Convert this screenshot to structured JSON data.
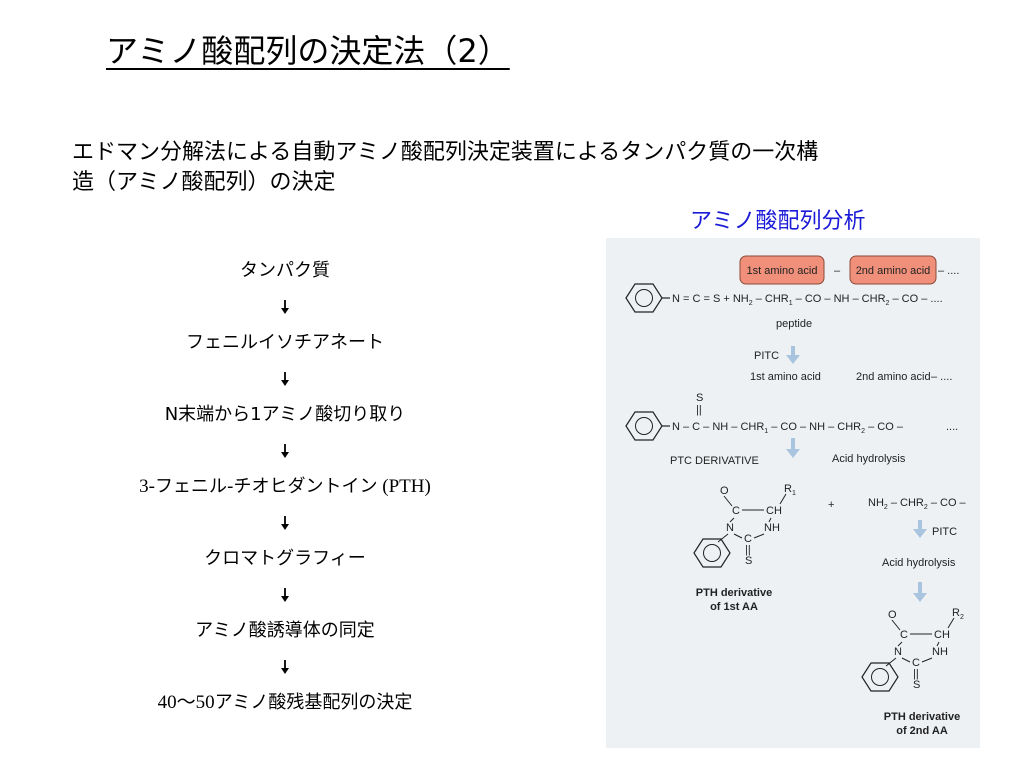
{
  "title": "アミノ酸配列の決定法（2）",
  "intro": {
    "line1": "エドマン分解法による自動アミノ酸配列決定装置によるタンパク質の一次構",
    "line2": "造（アミノ酸配列）の決定"
  },
  "analysis_title": "アミノ酸配列分析",
  "flow_steps": [
    "タンパク質",
    "フェニルイソチアネート",
    "N末端から1アミノ酸切り取り",
    {
      "prefix": "3-",
      "main": "フェニル-チオヒダントイン",
      "suffix": " (PTH)"
    },
    "クロマトグラフィー",
    "アミノ酸誘導体の同定",
    {
      "prefix": "40〜50",
      "main": "アミノ酸残基配列の決定"
    }
  ],
  "diagram": {
    "box1": "1st amino acid",
    "dash": "–",
    "box2": "2nd amino acid",
    "dots1": "– ....",
    "reaction1": "N = C = S  +  NH",
    "chain1_a": " – CHR",
    "chain1_b": " – CO – NH – CHR",
    "chain1_c": " – CO – ....",
    "sub2": "2",
    "sub1": "1",
    "peptide": "peptide",
    "pitc": "PITC",
    "lbl_1st": "1st amino acid",
    "lbl_2nd": "2nd amino acid",
    "dots2": "– ....",
    "s_atom": "S",
    "double_bond": "||",
    "chain2_a": "N – C – NH – CHR",
    "chain2_b": " – CO – NH – CHR",
    "chain2_c": " – CO –",
    "dots3": "....",
    "ptc_derivative": "PTC DERIVATIVE",
    "acid_hydrolysis": "Acid hydrolysis",
    "o_atom": "O",
    "c_atom": "C",
    "ch_atom": "CH",
    "r1": "R",
    "r2": "R",
    "n_atom": "N",
    "nh_atom": "NH",
    "plus": "+",
    "chain3_a": "NH",
    "chain3_b": " – CHR",
    "chain3_c": " – CO –",
    "pth1_line1": "PTH derivative",
    "pth1_line2": "of 1st AA",
    "pth2_line1": "PTH derivative",
    "pth2_line2": "of 2nd AA"
  },
  "colors": {
    "title_blue": "#1a1ad8",
    "box_fill": "#f0907a",
    "arrow_blue": "#a9c4de",
    "panel_bg": "#edf1f4"
  }
}
